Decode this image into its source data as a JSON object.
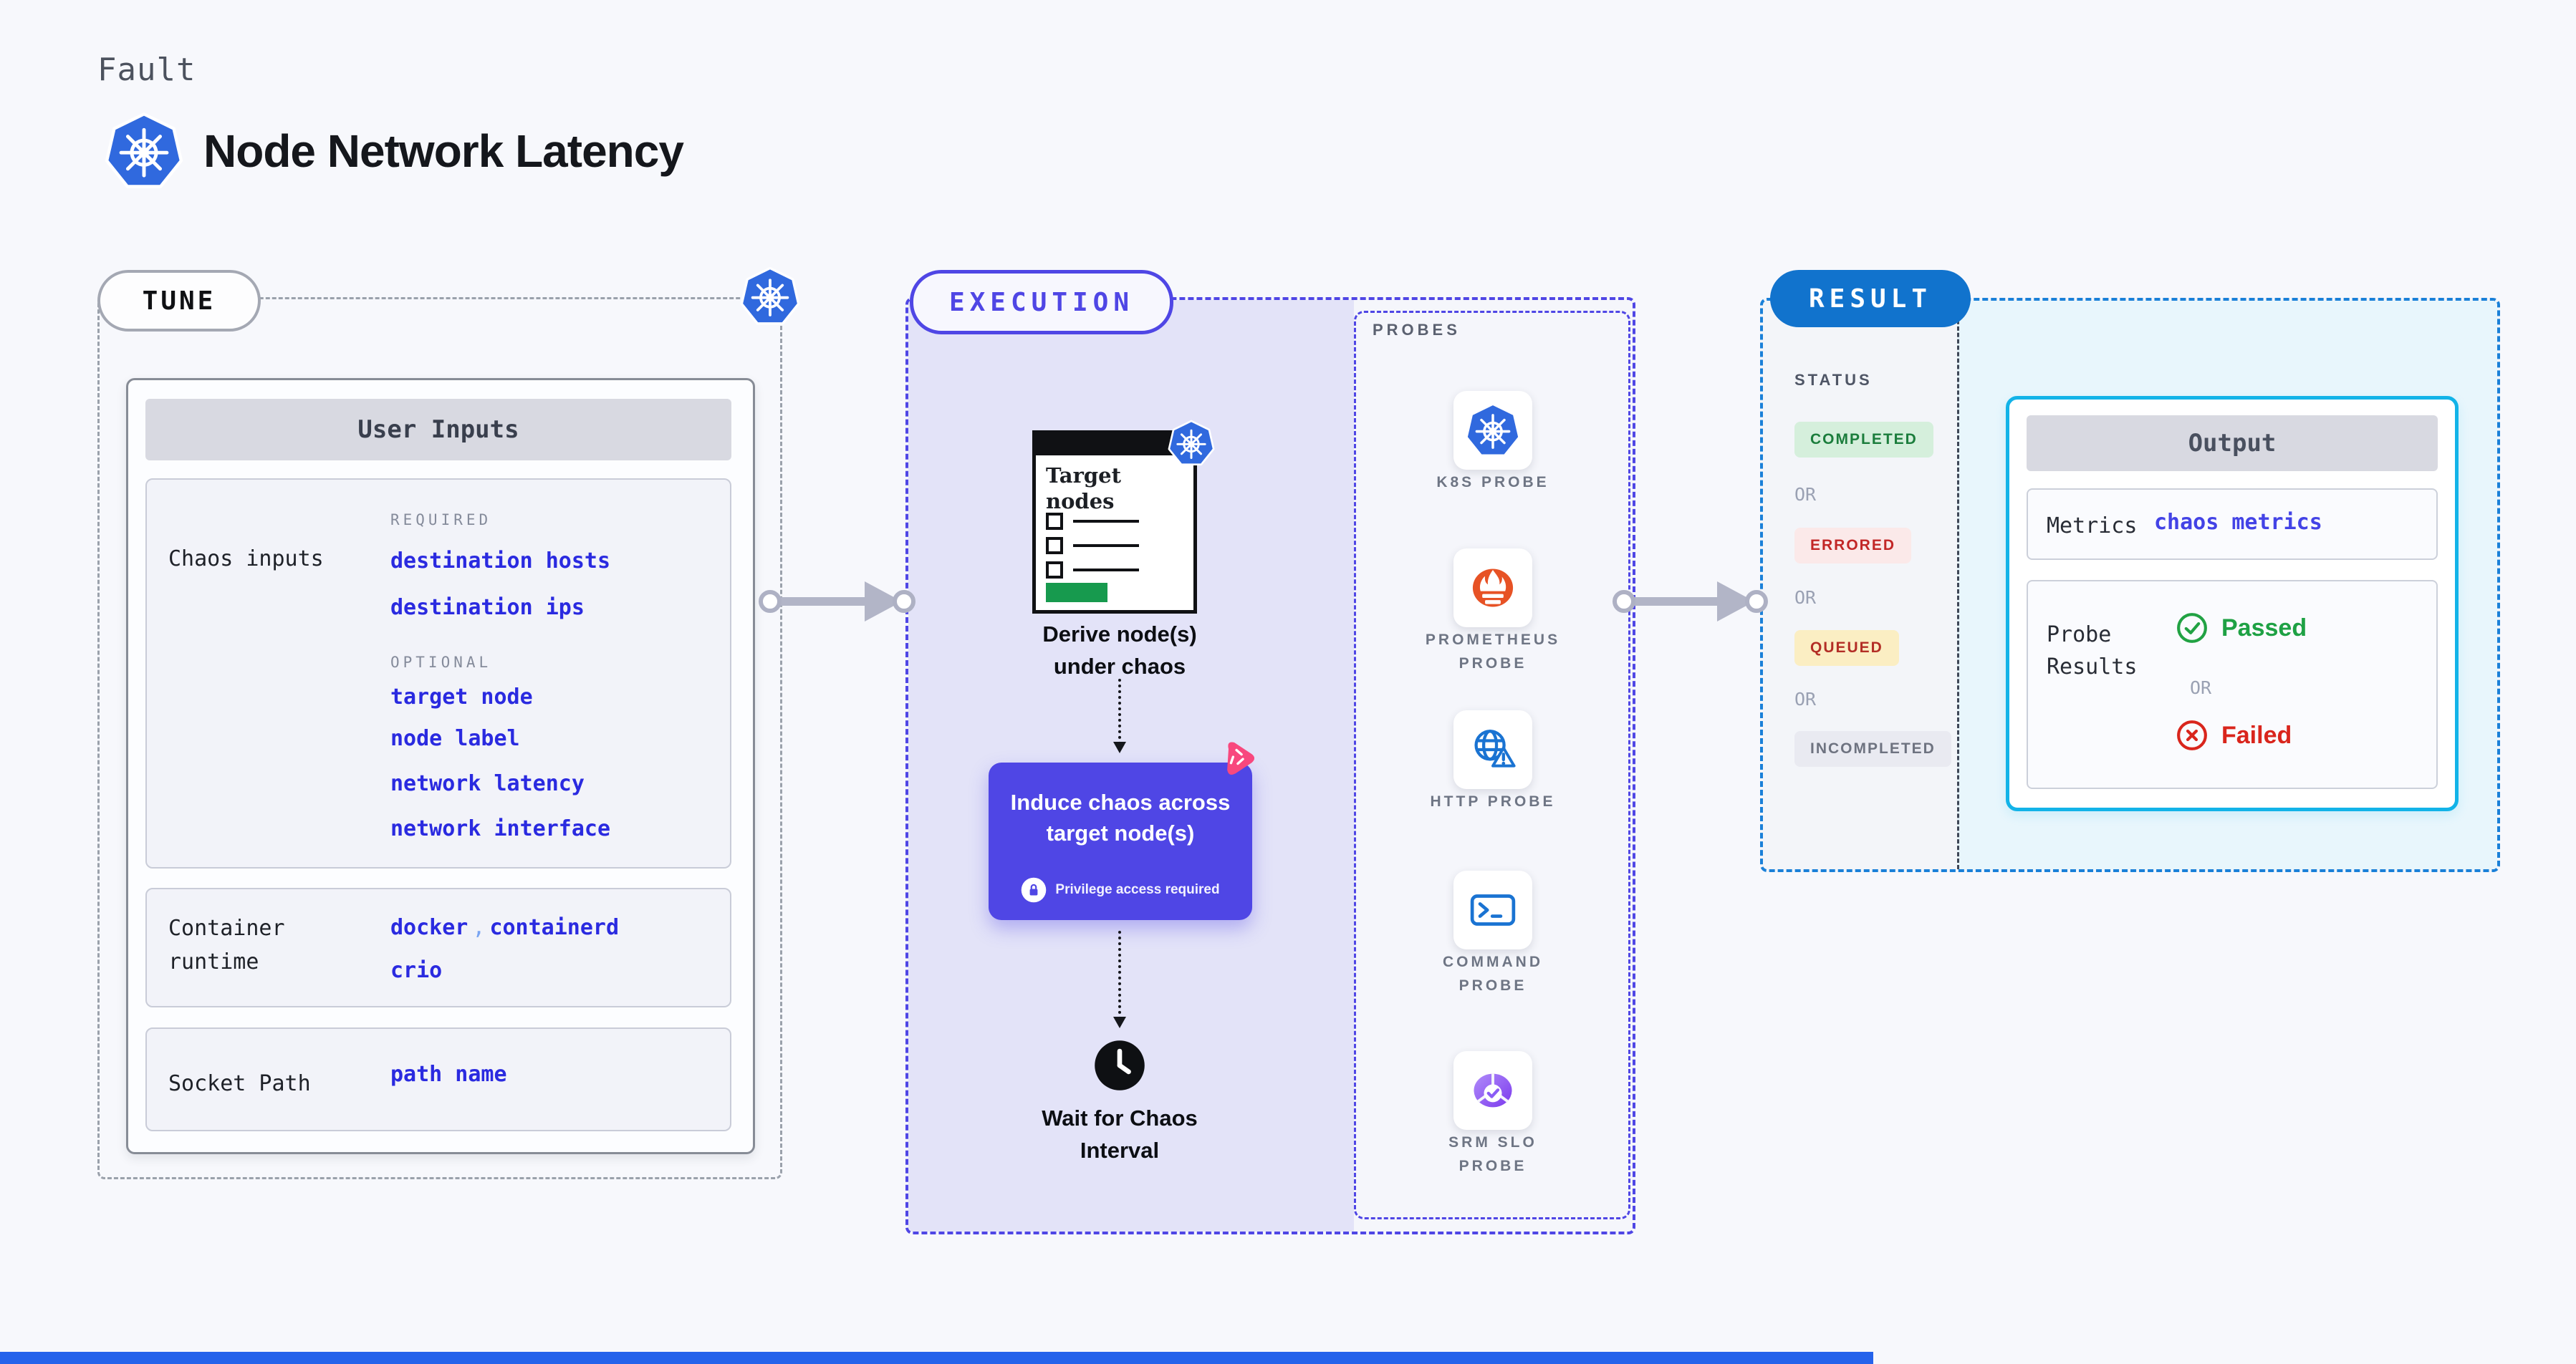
{
  "page": {
    "kicker": "Fault",
    "title": "Node Network Latency"
  },
  "tune": {
    "pill": "TUNE",
    "card_header": "User Inputs",
    "chaos": {
      "label": "Chaos inputs",
      "required_heading": "REQUIRED",
      "required": [
        "destination hosts",
        "destination ips"
      ],
      "optional_heading": "OPTIONAL",
      "optional": [
        "target node",
        "node label",
        "network latency",
        "network interface"
      ]
    },
    "runtime": {
      "label": "Container runtime",
      "values": [
        "docker",
        "containerd",
        "crio"
      ],
      "separator": ","
    },
    "socket": {
      "label": "Socket Path",
      "value": "path name"
    }
  },
  "execution": {
    "pill": "EXECUTION",
    "window_title": "Target nodes",
    "derive_lines": [
      "Derive node(s)",
      "under chaos"
    ],
    "induce_lines": [
      "Induce chaos across",
      "target node(s)"
    ],
    "privilege_note": "Privilege access required",
    "wait_lines": [
      "Wait for Chaos",
      "Interval"
    ]
  },
  "probes": {
    "heading": "PROBES",
    "items": [
      {
        "label": "K8S PROBE",
        "icon": "kubernetes-icon"
      },
      {
        "label": "PROMETHEUS PROBE",
        "icon": "prometheus-icon"
      },
      {
        "label": "HTTP PROBE",
        "icon": "http-globe-warning-icon"
      },
      {
        "label": "COMMAND PROBE",
        "icon": "terminal-icon"
      },
      {
        "label": "SRM SLO PROBE",
        "icon": "slo-gauge-icon"
      }
    ]
  },
  "result": {
    "pill": "RESULT",
    "status_heading": "STATUS",
    "or_label": "OR",
    "statuses": [
      {
        "label": "COMPLETED",
        "text_color": "#1b7d3c",
        "bg_color": "#d5efdc"
      },
      {
        "label": "ERRORED",
        "text_color": "#c22727",
        "bg_color": "#fbe9e9"
      },
      {
        "label": "QUEUED",
        "text_color": "#b32e26",
        "bg_color": "#fbeec3"
      },
      {
        "label": "INCOMPLETED",
        "text_color": "#6e7380",
        "bg_color": "#e9eaf1"
      }
    ],
    "output": {
      "header": "Output",
      "metrics_label": "Metrics",
      "metrics_value": "chaos metrics",
      "probe_results_label": "Probe Results",
      "passed": "Passed",
      "or_label": "OR",
      "failed": "Failed"
    }
  },
  "colors": {
    "accent_indigo": "#4f46e5",
    "result_pill_blue": "#1173cd",
    "result_dash_blue": "#1a80d8",
    "output_border_cyan": "#12b3e8",
    "link_blue": "#2a2ae0",
    "lavender_bg": "#e3e3f8",
    "cyan_bg": "#e8f6fc",
    "passed_green": "#1ea144",
    "failed_red": "#d9251c",
    "k8s_blue": "#3069de",
    "prometheus_orange": "#e75225",
    "litmus_pink": "#f8487e",
    "arrow_gray": "#b2b5c7",
    "bottom_bar_blue": "#2563eb"
  }
}
